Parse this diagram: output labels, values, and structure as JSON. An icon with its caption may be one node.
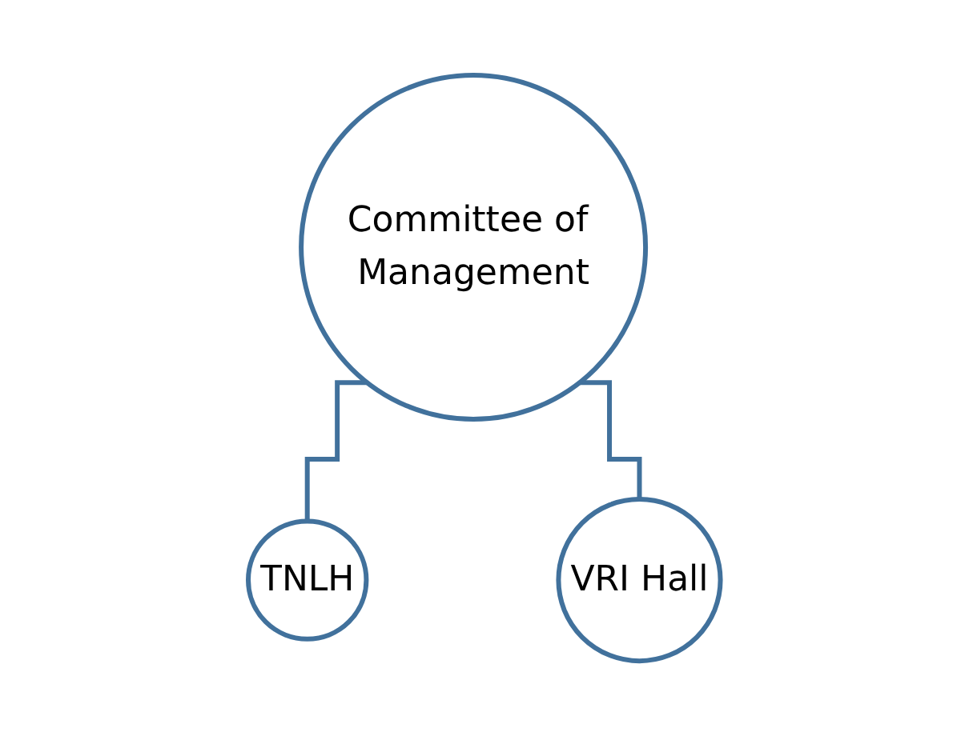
{
  "diagram": {
    "nodes": [
      {
        "text": [
          "Committee of Management"
        ]
      },
      {
        "text": [
          "TNLH"
        ]
      },
      {
        "text": [
          "VRI Hall"
        ]
      }
    ],
    "edges": [
      {
        "from": 0,
        "to": 1,
        "arrow": "none"
      },
      {
        "from": 0,
        "to": 2,
        "arrow": "none"
      }
    ]
  }
}
